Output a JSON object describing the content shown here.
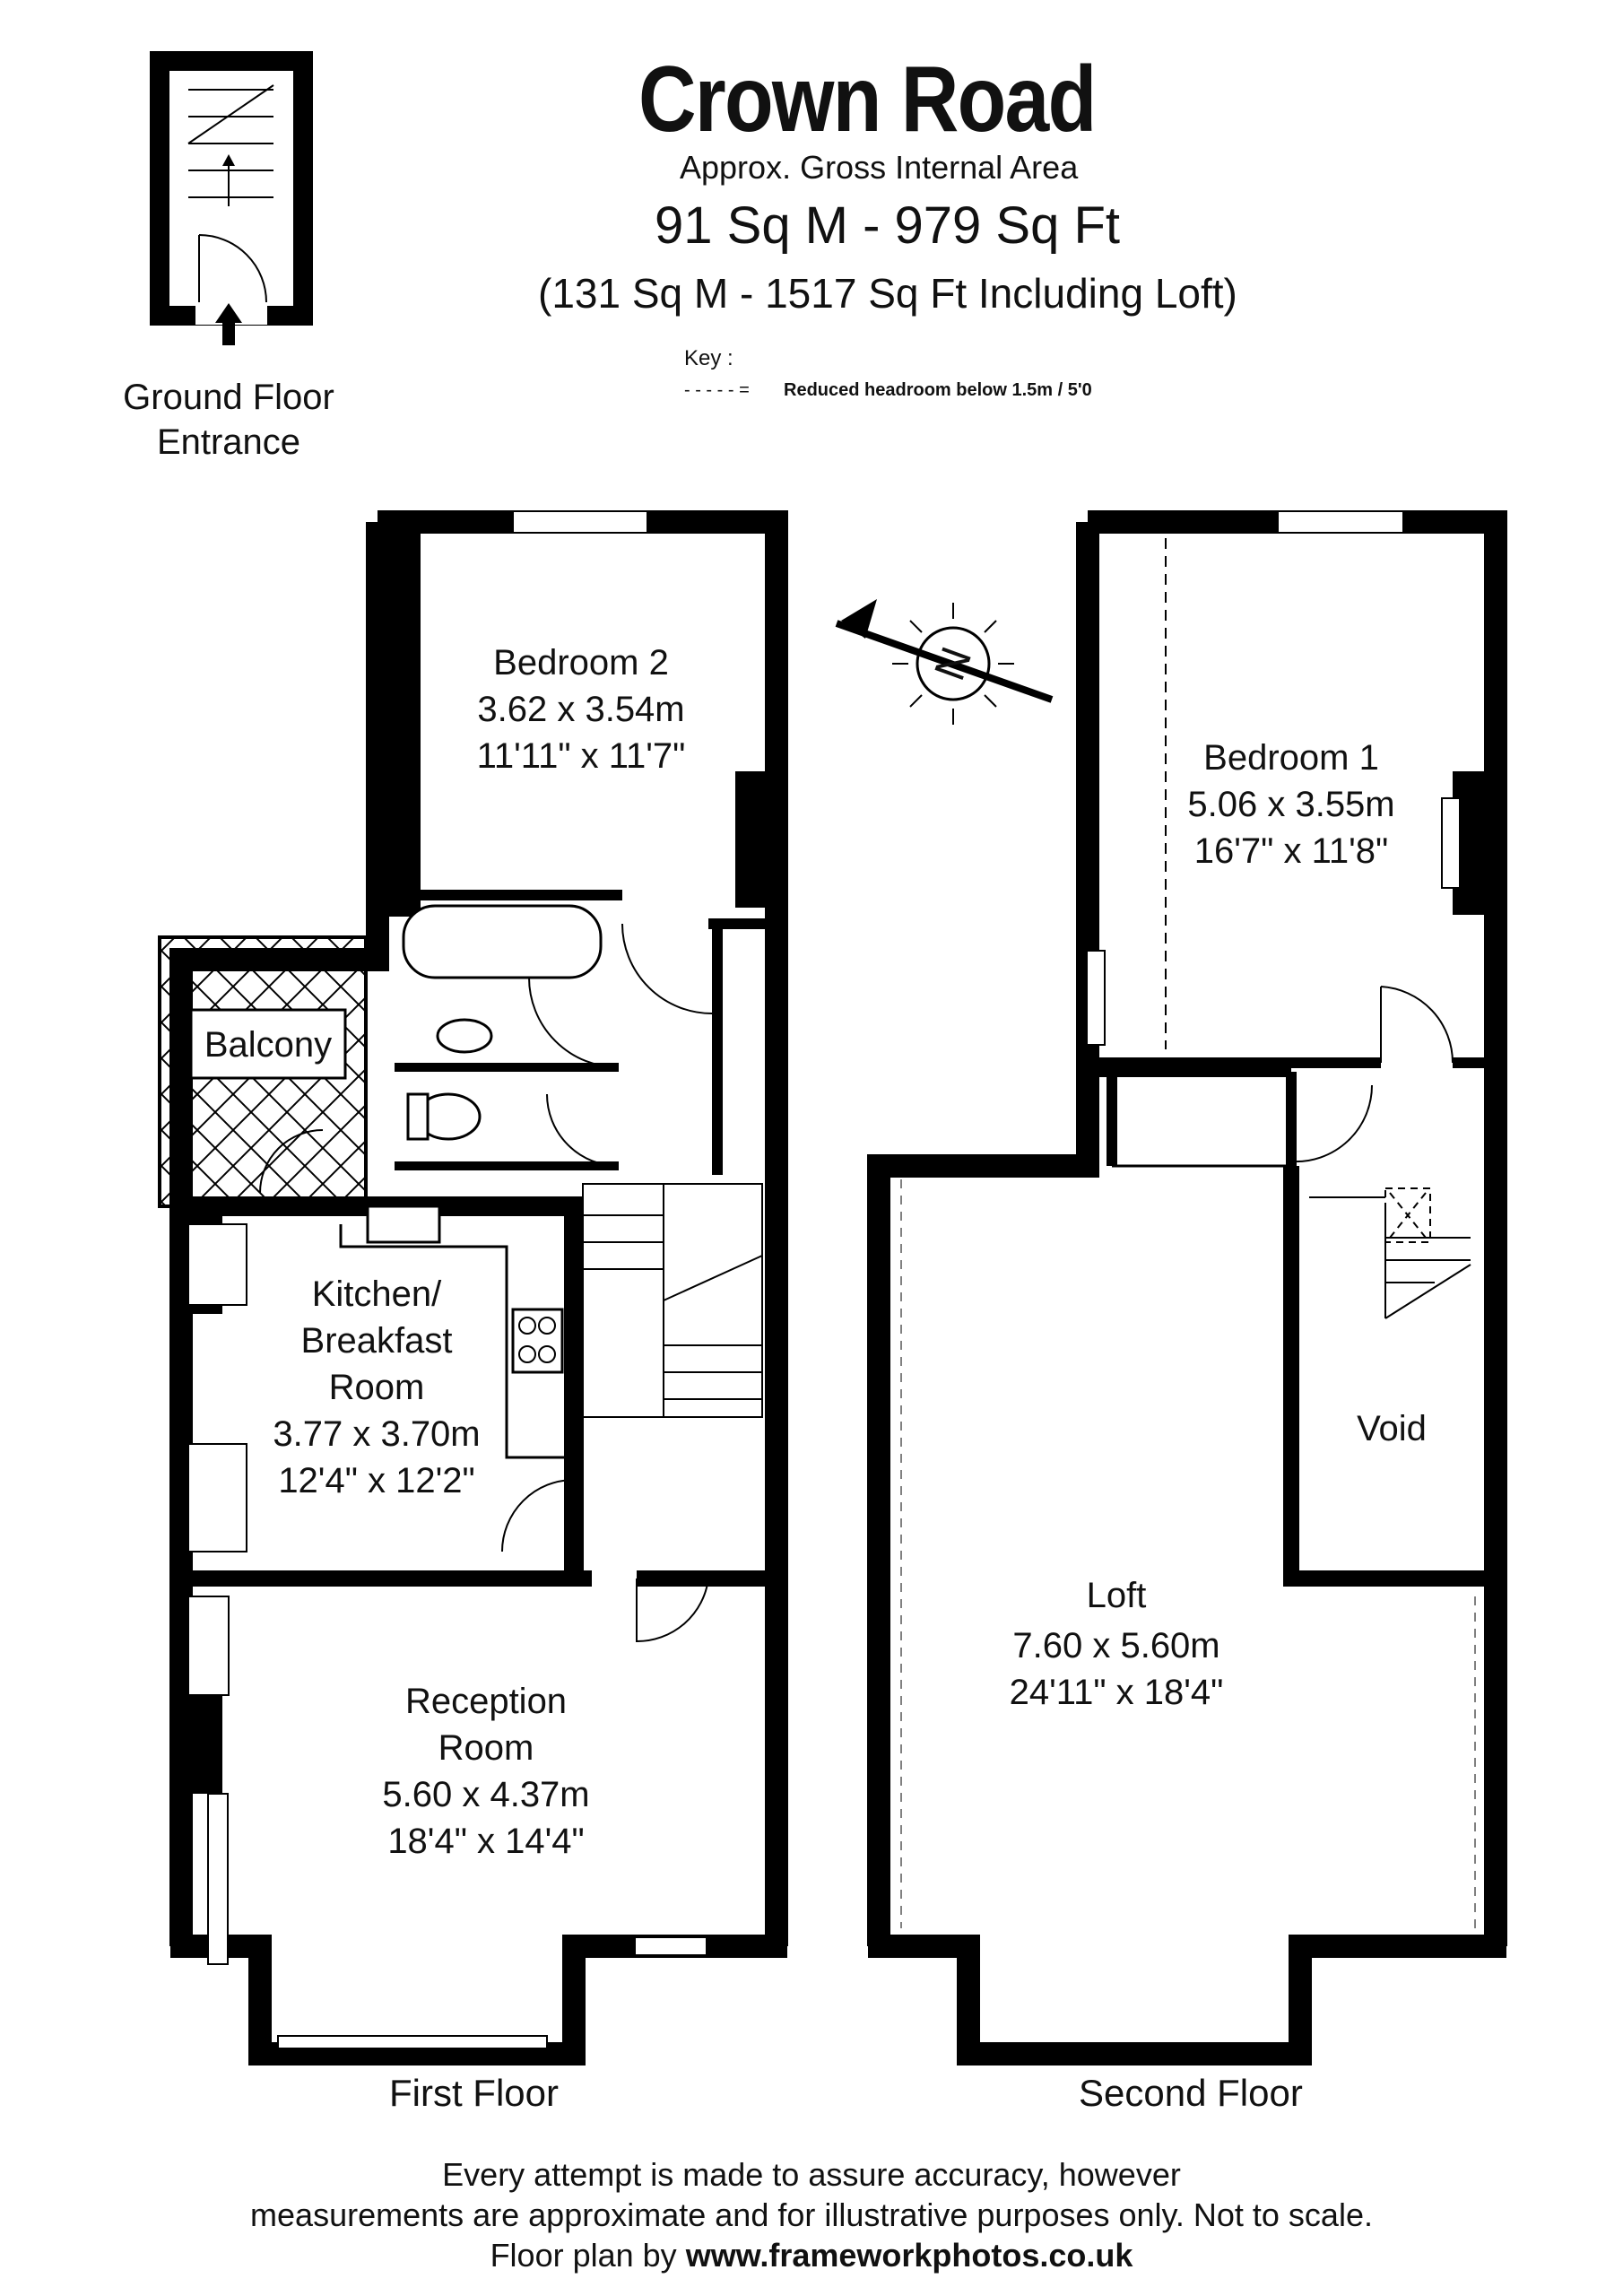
{
  "header": {
    "title": "Crown Road",
    "subtitle": "Approx. Gross Internal Area",
    "area_main": "91 Sq M - 979 Sq Ft",
    "area_loft": "(131 Sq M - 1517 Sq Ft Including Loft)"
  },
  "key": {
    "label": "Key :",
    "dash_line": "- - - - -  =",
    "text": "Reduced  headroom below 1.5m / 5'0"
  },
  "entrance": {
    "line1": "Ground Floor",
    "line2": "Entrance"
  },
  "first_floor": {
    "label": "First Floor",
    "bedroom2": {
      "name": "Bedroom 2",
      "metric": "3.62 x 3.54m",
      "imperial": "11'11\" x 11'7\""
    },
    "balcony": {
      "name": "Balcony"
    },
    "kitchen": {
      "name1": "Kitchen/",
      "name2": "Breakfast",
      "name3": "Room",
      "metric": "3.77 x 3.70m",
      "imperial": "12'4\" x 12'2\""
    },
    "reception": {
      "name1": "Reception",
      "name2": "Room",
      "metric": "5.60 x 4.37m",
      "imperial": "18'4\" x 14'4\""
    }
  },
  "second_floor": {
    "label": "Second Floor",
    "bedroom1": {
      "name": "Bedroom 1",
      "metric": "5.06 x 3.55m",
      "imperial": "16'7\" x 11'8\""
    },
    "void": {
      "name": "Void"
    },
    "loft": {
      "name": "Loft",
      "metric": "7.60 x 5.60m",
      "imperial": "24'11\" x 18'4\""
    }
  },
  "compass": {
    "letter": "N"
  },
  "footer": {
    "line1": "Every attempt is made to assure accuracy, however",
    "line2": "measurements are approximate and for illustrative purposes only. Not to scale.",
    "line3_prefix": "Floor plan by",
    "url": "www.frameworkphotos.co.uk"
  },
  "colors": {
    "wall": "#000000",
    "background": "#ffffff",
    "balcony_fill": "#ffffff"
  }
}
